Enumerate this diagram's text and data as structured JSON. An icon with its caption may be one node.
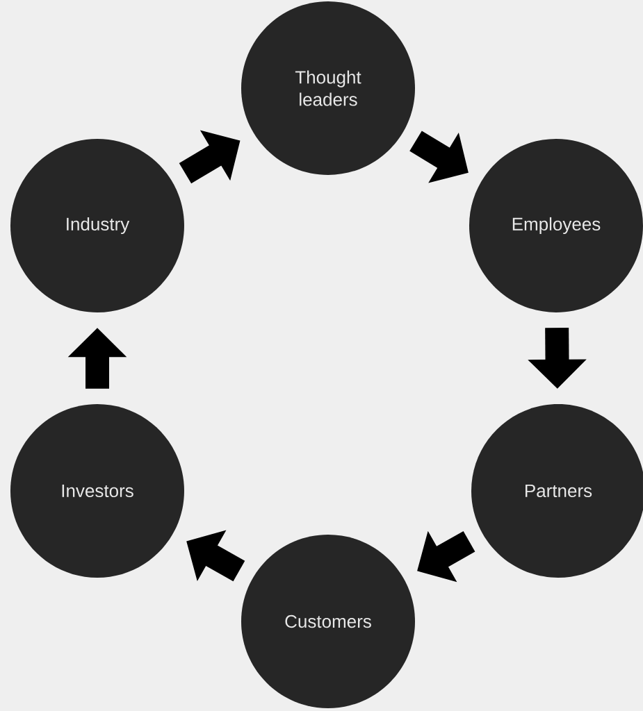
{
  "diagram": {
    "nodes": [
      {
        "text": [
          "Thought leaders"
        ]
      },
      {
        "text": [
          "Employees"
        ]
      },
      {
        "text": [
          "Partners"
        ]
      },
      {
        "text": [
          "Customers"
        ]
      },
      {
        "text": [
          "Investors"
        ]
      },
      {
        "text": [
          "Industry"
        ]
      }
    ],
    "edges": [
      {
        "from": 0,
        "to": 1,
        "arrow": "to"
      },
      {
        "from": 1,
        "to": 2,
        "arrow": "to"
      },
      {
        "from": 2,
        "to": 3,
        "arrow": "to"
      },
      {
        "from": 3,
        "to": 4,
        "arrow": "to"
      },
      {
        "from": 4,
        "to": 5,
        "arrow": "to"
      },
      {
        "from": 5,
        "to": 0,
        "arrow": "to"
      }
    ]
  }
}
